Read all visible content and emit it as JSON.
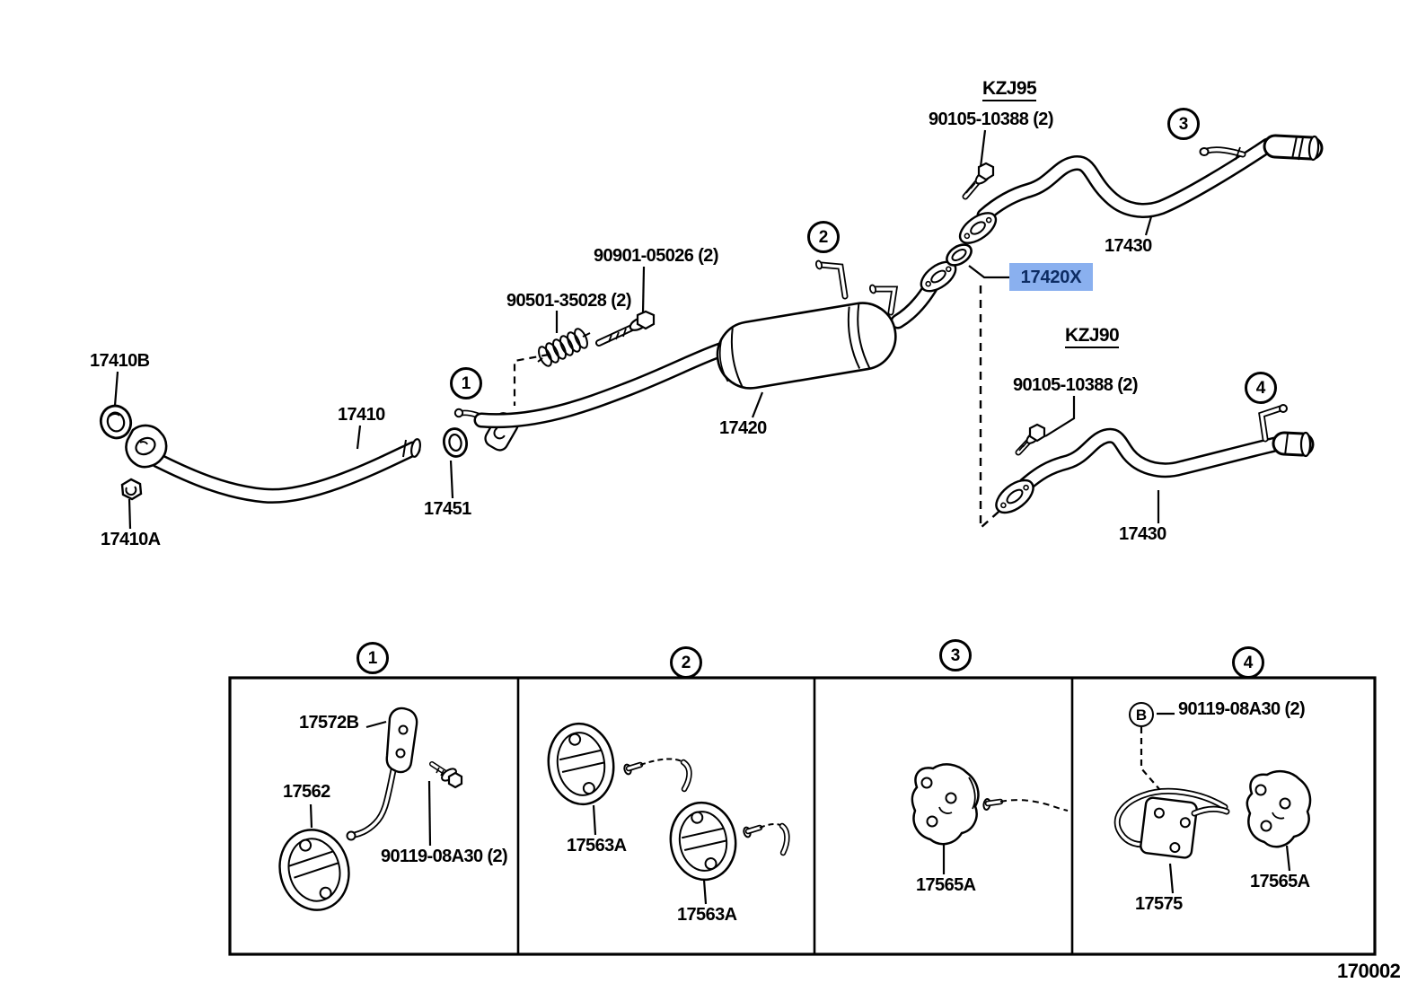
{
  "colors": {
    "highlight_bg": "#8AB0EF",
    "highlight_text": "#0D2C63"
  },
  "labels": {
    "front_gasket": "17410B",
    "front_pipe": "17410",
    "front_nut": "17410A",
    "center_gasket": "17451",
    "spring": "90501-35028 (2)",
    "muffler_bolt": "90901-05026 (2)",
    "muffler": "17420",
    "muffler_gasket": "17420X",
    "kzj95_heading": "KZJ95",
    "kzj95_bolt": "90105-10388 (2)",
    "kzj95_tailpipe": "17430",
    "kzj90_heading": "KZJ90",
    "kzj90_bolt": "90105-10388 (2)",
    "kzj90_tailpipe": "17430",
    "drawing_number": "170002"
  },
  "callouts": {
    "c1": "1",
    "c2": "2",
    "c3": "3",
    "c4": "4",
    "b_ref": "B"
  },
  "panels": [
    {
      "callout": "1",
      "parts": {
        "bracket": "17572B",
        "hanger": "17562",
        "bolt": "90119-08A30 (2)"
      }
    },
    {
      "callout": "2",
      "parts": {
        "hanger_upper": "17563A",
        "hanger_lower": "17563A"
      }
    },
    {
      "callout": "3",
      "parts": {
        "hanger": "17565A"
      }
    },
    {
      "callout": "4",
      "parts": {
        "bolt_ref": "B",
        "bolt": "90119-08A30 (2)",
        "bracket": "17575",
        "hanger": "17565A"
      }
    }
  ]
}
